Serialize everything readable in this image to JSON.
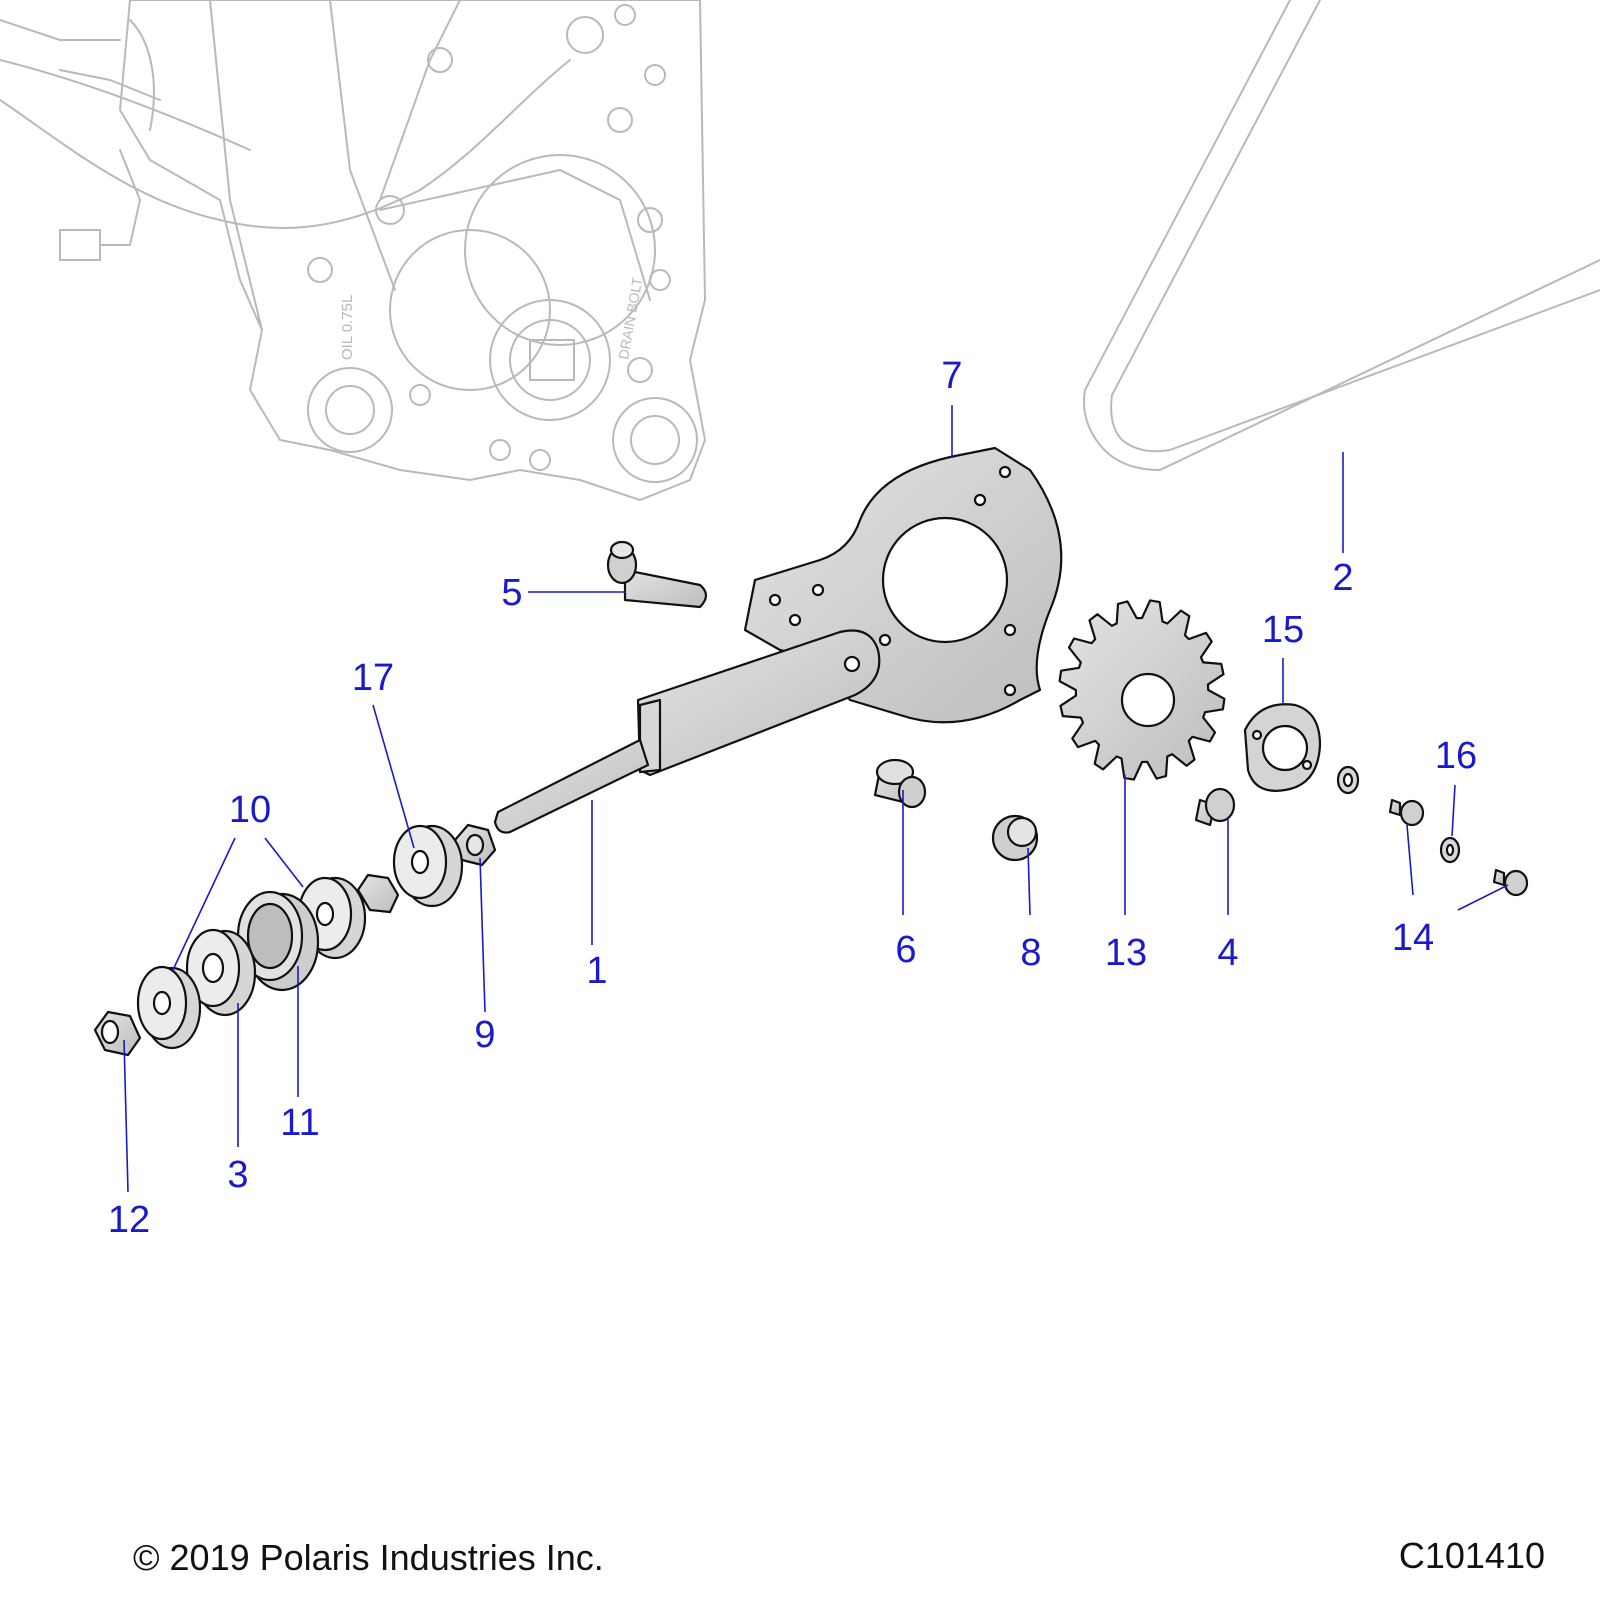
{
  "diagram": {
    "callouts": [
      {
        "id": "c1",
        "label": "1"
      },
      {
        "id": "c2",
        "label": "2"
      },
      {
        "id": "c3",
        "label": "3"
      },
      {
        "id": "c4",
        "label": "4"
      },
      {
        "id": "c5",
        "label": "5"
      },
      {
        "id": "c6",
        "label": "6"
      },
      {
        "id": "c7",
        "label": "7"
      },
      {
        "id": "c8",
        "label": "8"
      },
      {
        "id": "c9",
        "label": "9"
      },
      {
        "id": "c10",
        "label": "10"
      },
      {
        "id": "c11",
        "label": "11"
      },
      {
        "id": "c12",
        "label": "12"
      },
      {
        "id": "c13",
        "label": "13"
      },
      {
        "id": "c14",
        "label": "14"
      },
      {
        "id": "c15",
        "label": "15"
      },
      {
        "id": "c16",
        "label": "16"
      },
      {
        "id": "c17",
        "label": "17"
      }
    ],
    "engine_markings": {
      "oil_label": "OIL 0.75L",
      "drain_label": "DRAIN BOLT"
    },
    "colors": {
      "callout": "#1a1acc",
      "part_fill": "#cfcfcf",
      "part_stroke": "#111111",
      "ghost": "#b9b9b9"
    }
  },
  "footer": {
    "copyright": "© 2019 Polaris Industries Inc.",
    "diagram_code": "C101410"
  }
}
